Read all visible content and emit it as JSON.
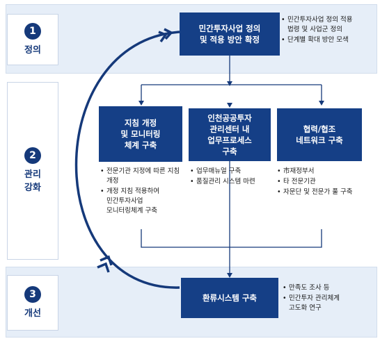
{
  "stages": [
    {
      "number": "1",
      "label": "정의"
    },
    {
      "number": "2",
      "label": "관리\n강화"
    },
    {
      "number": "3",
      "label": "개선"
    }
  ],
  "boxes": {
    "top": "민간투자사업 정의\n및 적용 방안 확정",
    "left": "지침 개정\n및 모니터링\n체계 구축",
    "center": "인천공공투자\n관리센터 내\n업무프로세스\n구축",
    "right": "협력/협조\n네트워크 구축",
    "bottom": "환류시스템 구축"
  },
  "notes": {
    "top": [
      "민간투자사업 정의 적용\n법령 및 사업군 정의",
      "단계별 확대 방안 모색"
    ],
    "left": [
      "전문기관 지정에 따른 지침\n개정",
      "개정 지침 적용하여\n민간투자사업\n모니터링체계 구축"
    ],
    "center": [
      "업무매뉴얼 구축",
      "품질관리 시스템 마련"
    ],
    "right": [
      "市재정부서",
      "타 전문기관",
      "자문단 및 전문가 풀 구축"
    ],
    "bottom": [
      "만족도 조사 등",
      "민간투자 관리체계\n고도화 연구"
    ]
  },
  "colors": {
    "box": "#153f86",
    "band": "#e6eef8",
    "accent": "#15397a",
    "line": "#15397a"
  }
}
